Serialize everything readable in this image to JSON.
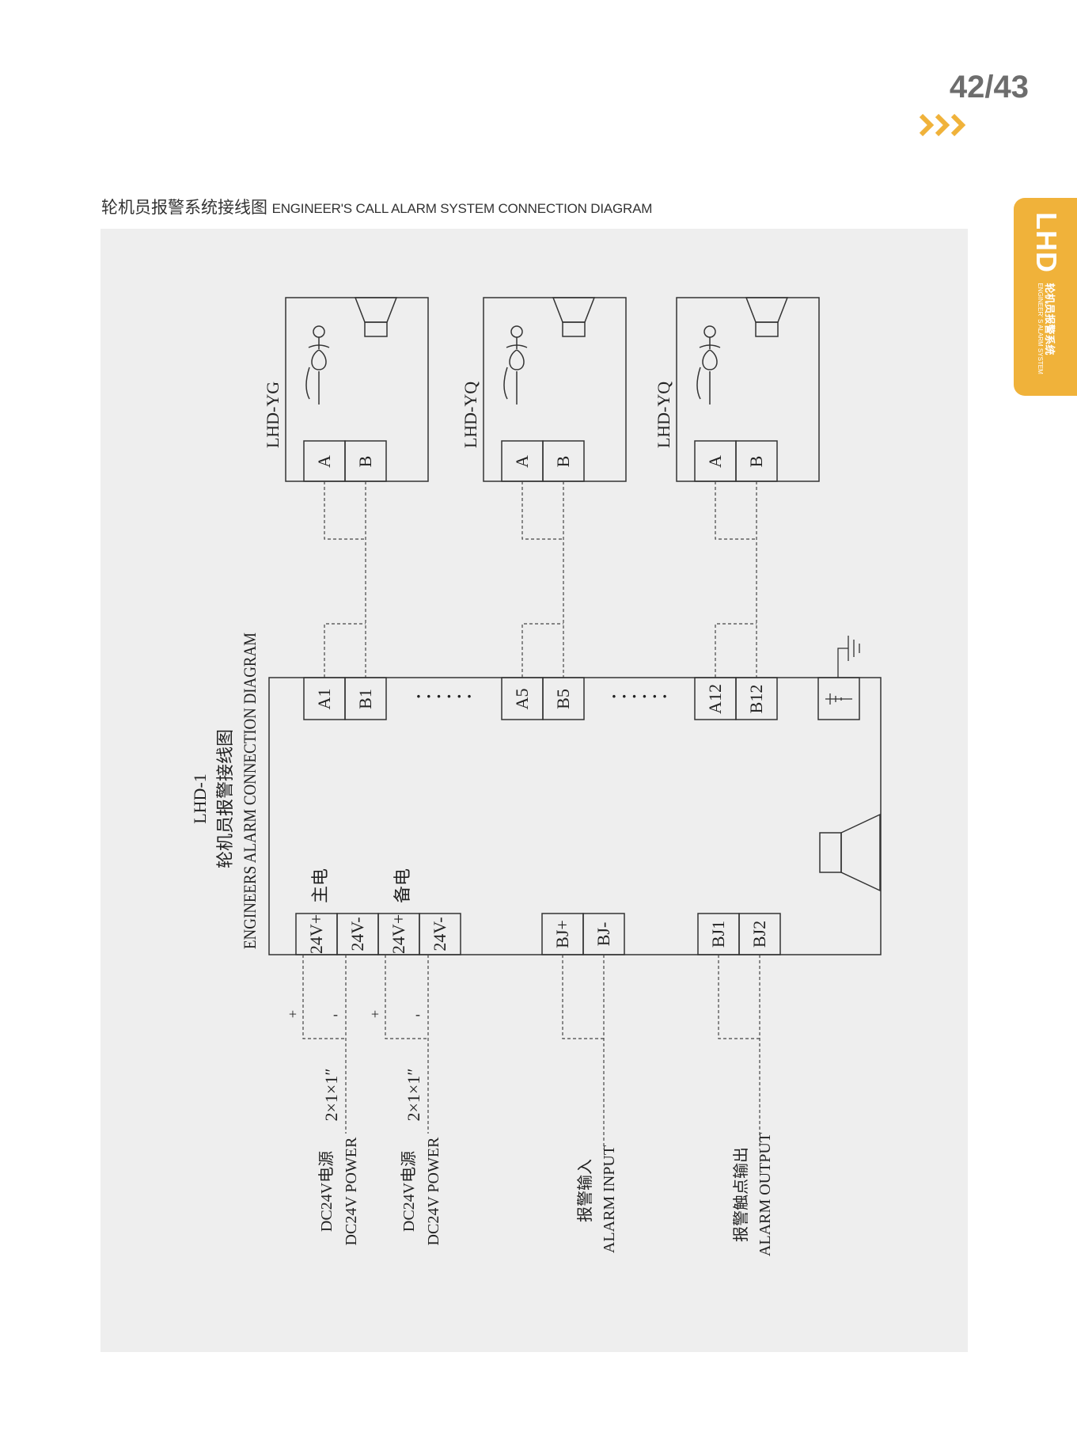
{
  "page": {
    "number": "42/43"
  },
  "header": {
    "title_cn": "轮机员报警系统接线图",
    "title_en": "ENGINEER'S CALL ALARM SYSTEM CONNECTION DIAGRAM"
  },
  "side_tab": {
    "brand": "LHD",
    "subtitle_cn": "轮机员报警系统",
    "subtitle_en": "ENGINEER' S ALARM SYSTEM"
  },
  "colors": {
    "accent": "#f0b23a",
    "panel_bg": "#eeeeee",
    "line": "#333333",
    "page_number": "#6d6d6d"
  },
  "diagram": {
    "stations": [
      {
        "model": "LHD-YG",
        "terminal_a": "A",
        "terminal_b": "B"
      },
      {
        "model": "LHD-YQ",
        "terminal_a": "A",
        "terminal_b": "B"
      },
      {
        "model": "LHD-YQ",
        "terminal_a": "A",
        "terminal_b": "B"
      }
    ],
    "main_unit": {
      "model": "LHD-1",
      "name_cn": "轮机员报警接线图",
      "name_en": "ENGINEERS ALARM CONNECTION DIAGRAM",
      "zone_terminals": [
        "A1",
        "B1",
        "A5",
        "B5",
        "A12",
        "B12"
      ],
      "ellipsis": "· · · · · ·",
      "power_terminals": [
        "24V+",
        "24V-",
        "24V+",
        "24V-"
      ],
      "main_power_label": "主电",
      "backup_power_label": "备电",
      "alarm_input_terminals": [
        "BJ+",
        "BJ-"
      ],
      "alarm_output_terminals": [
        "BJ1",
        "BJ2"
      ]
    },
    "external": {
      "plus": "+",
      "minus": "-",
      "cable_spec": "2×1×1″",
      "power_cn": "DC24V电源",
      "power_en": "DC24V POWER",
      "alarm_input_cn": "报警输入",
      "alarm_input_en": "ALARM INPUT",
      "alarm_output_cn": "报警触点输出",
      "alarm_output_en": "ALARM OUTPUT"
    }
  }
}
